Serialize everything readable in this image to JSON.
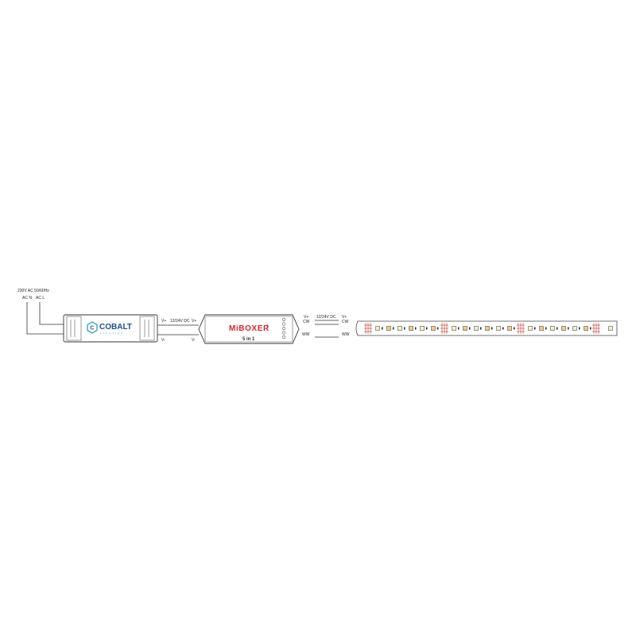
{
  "mains": {
    "supply_label": "230V AC 50/60Hz",
    "neutral_label": "AC N",
    "live_label": "AC L"
  },
  "psu": {
    "brand": "COBALT",
    "brand_sub": "LIGHTING",
    "brand_color": "#1f4e8c",
    "accent_color": "#3ea0d8",
    "out_pos_label": "V+",
    "out_neg_label": "V-"
  },
  "dc_link": {
    "voltage_label": "12/24V DC"
  },
  "controller": {
    "brand": "MiBOXER",
    "registered_mark": "®",
    "model": "5 in 1",
    "brand_red": "#d7262e",
    "in_pos_label": "V+",
    "in_neg_label": "V-",
    "out_pos_label": "V+",
    "out_cw_label": "CW",
    "out_ww_label": "WW"
  },
  "strip_link": {
    "voltage_label": "12/24V DC",
    "pos_label": "V+",
    "cw_label": "CW",
    "ww_label": "WW"
  },
  "strip": {
    "led_cold_color": "#f6f0c8",
    "led_warm_color": "#f3c98a",
    "cut_mark_color": "#c0392b"
  }
}
